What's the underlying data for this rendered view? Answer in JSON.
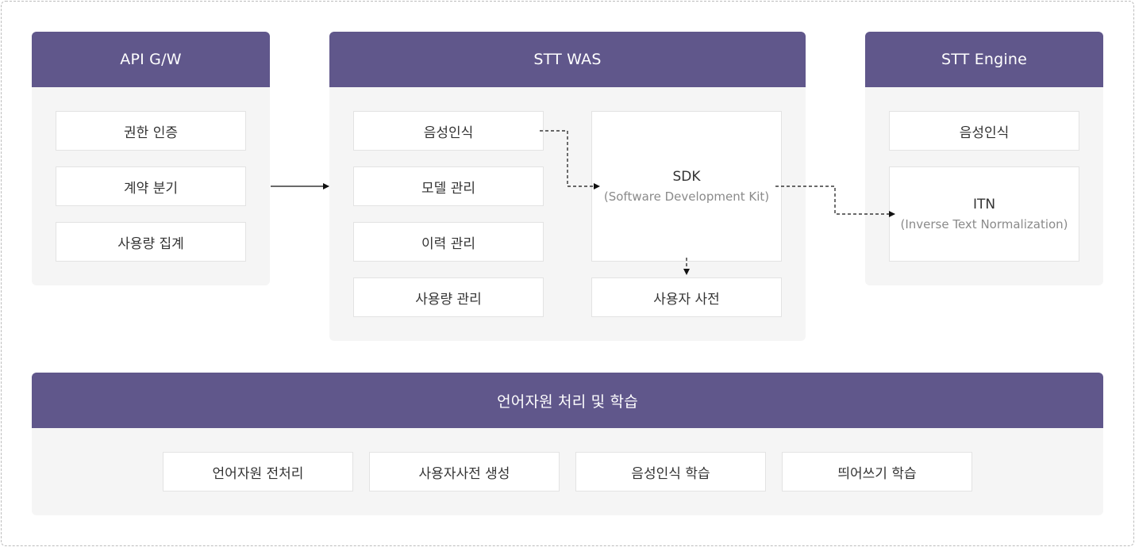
{
  "api_gw": {
    "title": "API G/W",
    "items": [
      "권한 인증",
      "계약 분기",
      "사용량 집계"
    ]
  },
  "stt_was": {
    "title": "STT WAS",
    "left_items": [
      "음성인식",
      "모델 관리",
      "이력 관리",
      "사용량 관리"
    ],
    "sdk": {
      "label": "SDK",
      "sub": "(Software Development Kit)"
    },
    "user_dict": "사용자 사전"
  },
  "stt_engine": {
    "title": "STT Engine",
    "recognition": "음성인식",
    "itn": {
      "label": "ITN",
      "sub": "(Inverse Text Normalization)"
    }
  },
  "language_resources": {
    "title": "언어자원 처리 및 학습",
    "items": [
      "언어자원 전처리",
      "사용자사전 생성",
      "음성인식 학습",
      "띄어쓰기 학습"
    ]
  },
  "colors": {
    "header": "#60578b",
    "panel_bg": "#f5f5f5",
    "box_bg": "#ffffff",
    "sub_text": "#8a8a8a"
  }
}
